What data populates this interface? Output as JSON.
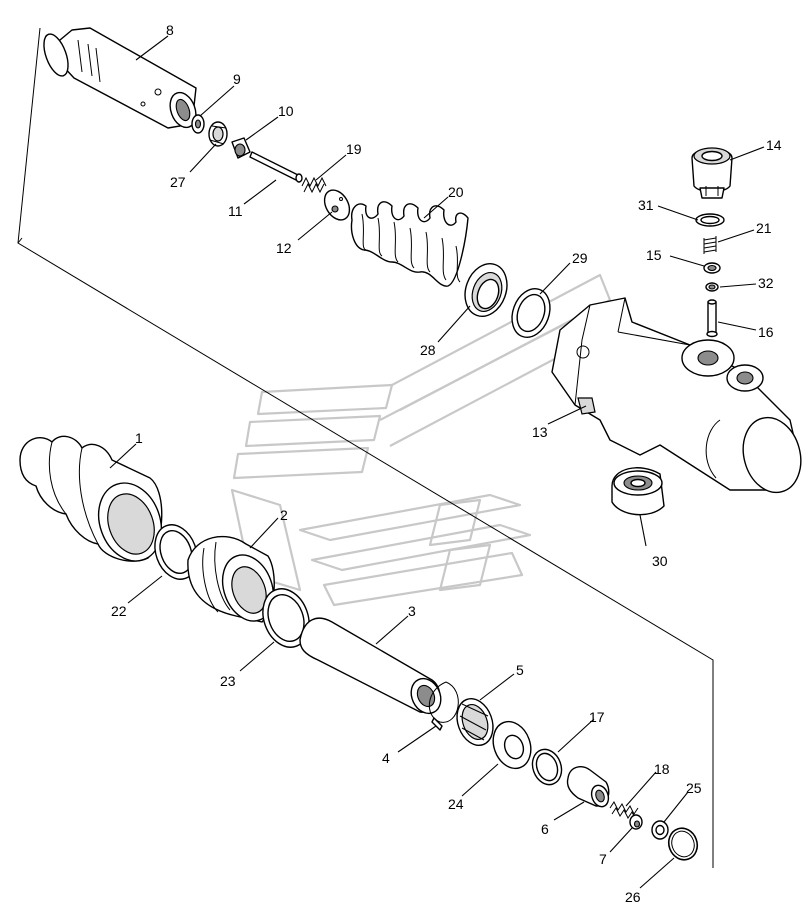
{
  "diagram": {
    "type": "exploded-parts-view",
    "callouts": [
      "1",
      "2",
      "3",
      "4",
      "5",
      "6",
      "7",
      "8",
      "9",
      "10",
      "11",
      "12",
      "13",
      "14",
      "15",
      "16",
      "17",
      "18",
      "19",
      "20",
      "21",
      "22",
      "23",
      "24",
      "25",
      "26",
      "27",
      "28",
      "29",
      "30",
      "31",
      "32"
    ]
  }
}
